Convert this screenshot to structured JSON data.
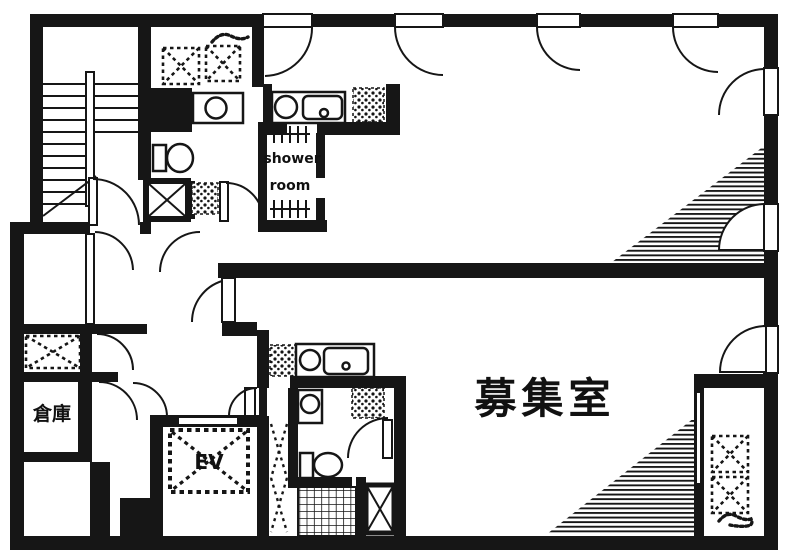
{
  "page": {
    "kind": "architectural floor plan (black ink on white)",
    "ink_color": "#161616",
    "paper_color": "#ffffff"
  },
  "labels": {
    "main_room": "募集室",
    "storage": "倉庫",
    "elevator": "EV",
    "shower_line1": "shower",
    "shower_line2": "room"
  },
  "rooms": [
    {
      "id": "main-room",
      "label": "募集室",
      "meaning": "room for lease"
    },
    {
      "id": "storage-room",
      "label": "倉庫",
      "meaning": "storage"
    },
    {
      "id": "elevator-shaft",
      "label": "EV"
    },
    {
      "id": "shower-room",
      "label": "shower room"
    },
    {
      "id": "stairwell",
      "label": ""
    },
    {
      "id": "upper-room",
      "label": ""
    }
  ],
  "fixtures": [
    "staircase",
    "toilet-upper",
    "toilet-lower",
    "wash-basin",
    "kitchen-sink-upper",
    "kitchen-sink-lower",
    "elevator-cage",
    "tiled-floor",
    "balcony-hatch-upper",
    "balcony-hatch-lower",
    "service-shaft-boxes"
  ]
}
